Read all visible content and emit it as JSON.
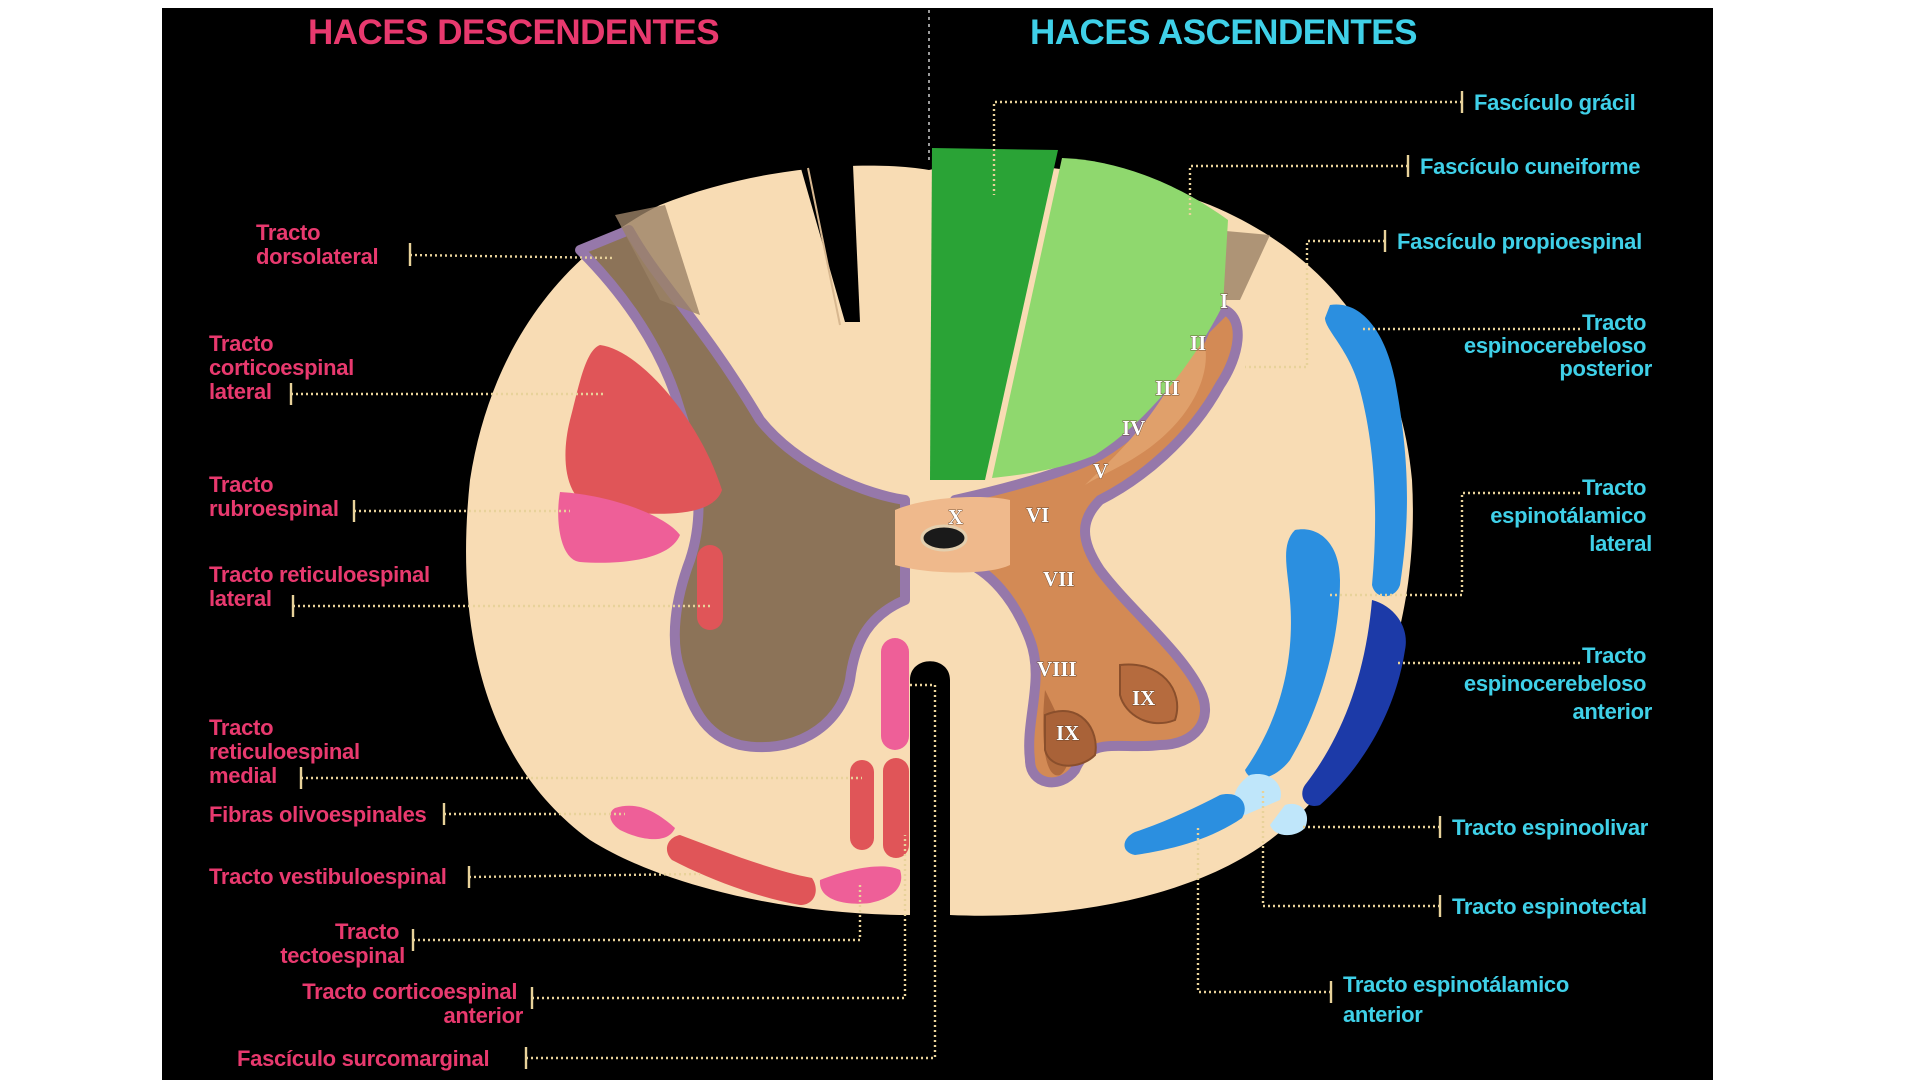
{
  "headers": {
    "descending": "HACES DESCENDENTES",
    "ascending": "HACES ASCENDENTES"
  },
  "colors": {
    "descending_text": "#e8396e",
    "ascending_text": "#3fd0e8",
    "background": "#000000",
    "white_matter": "#f8dcb4",
    "gray_matter_left": "#8c7358",
    "gray_matter_right": "#d38a55",
    "gray_border": "#9678aa",
    "fasciculus_gracilis": "#2aa336",
    "fasciculus_cuneatus": "#8fd86e",
    "corticospinal": "#e05558",
    "rubrospinal": "#ee5f98",
    "spinocerebellar": "#2b8fe0",
    "spinocerebellar_anterior": "#1c3aa8",
    "spinoolivar": "#bfe6fa"
  },
  "descending_labels": {
    "dorsolateral": [
      "Tracto",
      "dorsolateral"
    ],
    "corticospinal_lateral": [
      "Tracto",
      "corticoespinal",
      "lateral"
    ],
    "rubrospinal": [
      "Tracto",
      "rubroespinal"
    ],
    "reticulospinal_lateral": [
      "Tracto reticuloespinal",
      "lateral"
    ],
    "reticulospinal_medial": [
      "Tracto",
      "reticuloespinal",
      "medial"
    ],
    "olivospinal": [
      "Fibras olivoespinales"
    ],
    "vestibulospinal": [
      "Tracto vestibuloespinal"
    ],
    "tectospinal": [
      "Tracto",
      "tectoespinal"
    ],
    "corticospinal_anterior": [
      "Tracto corticoespinal",
      "anterior"
    ],
    "sulcomarginal": [
      "Fascículo surcomarginal"
    ]
  },
  "ascending_labels": {
    "gracilis": [
      "Fascículo grácil"
    ],
    "cuneatus": [
      "Fascículo cuneiforme"
    ],
    "propriospinal": [
      "Fascículo propioespinal"
    ],
    "spinocerebellar_posterior": [
      "Tracto",
      "espinocerebeloso",
      "posterior"
    ],
    "spinothalamic_lateral": [
      "Tracto",
      "espinotálamico",
      "lateral"
    ],
    "spinocerebellar_anterior": [
      "Tracto",
      "espinocerebeloso",
      "anterior"
    ],
    "spinoolivary": [
      "Tracto espinoolivar"
    ],
    "spinotectal": [
      "Tracto espinotectal"
    ],
    "spinothalamic_anterior": [
      "Tracto espinotálamico",
      "anterior"
    ]
  },
  "laminae": [
    "I",
    "II",
    "III",
    "IV",
    "V",
    "VI",
    "VII",
    "VIII",
    "IX",
    "IX",
    "X"
  ]
}
